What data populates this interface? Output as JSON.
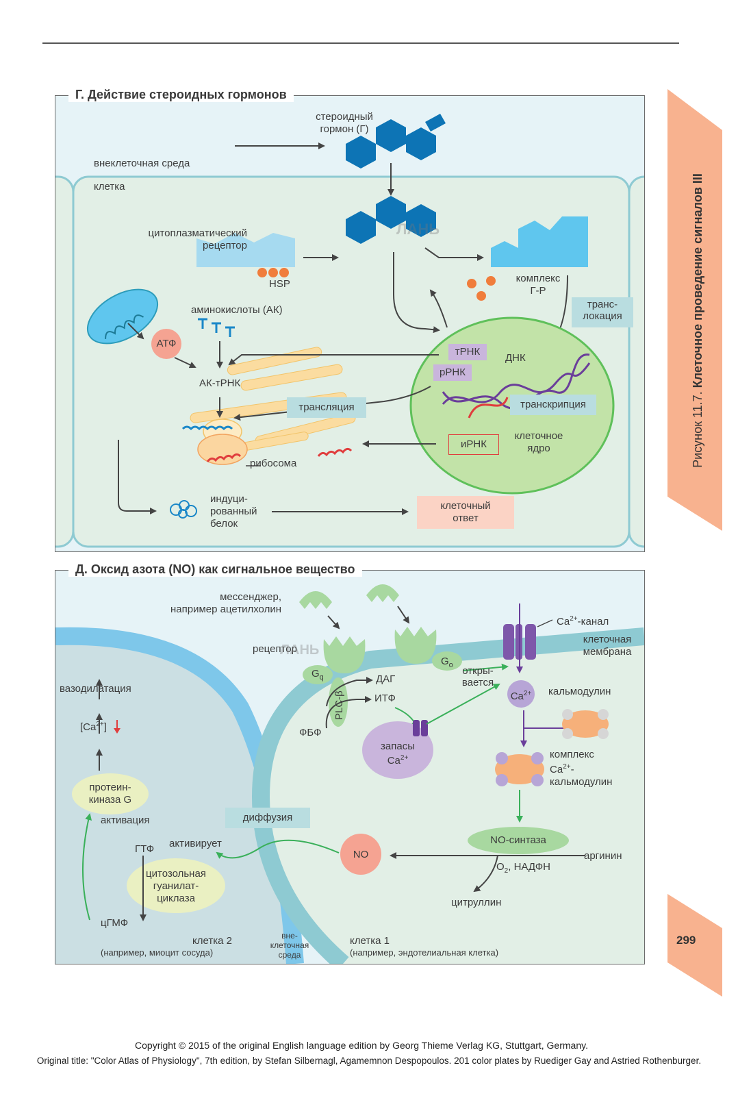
{
  "panel_g": {
    "title": "Г. Действие стероидных гормонов",
    "hormone_label": "стероидный\nгормон (Г)",
    "extracellular": "внеклеточная среда",
    "cell": "клетка",
    "receptor_label": "цитоплазматический\nрецептор",
    "hsp": "HSP",
    "complex_label": "комплекс\nГ-Р",
    "translocation": "транс-\nлокация",
    "amino_acids": "аминокислоты (АК)",
    "atp": "АТФ",
    "aa_trna": "АК-тРНК",
    "trna": "тРНК",
    "rrna": "рРНК",
    "dna": "ДНК",
    "translation": "трансляция",
    "transcription": "транскрипция",
    "mrna": "иРНК",
    "nucleus": "клеточное\nядро",
    "ribosome": "рибосома",
    "induced_protein": "индуци-\nрованный\nбелок",
    "cell_response": "клеточный\nответ"
  },
  "panel_d": {
    "title": "Д. Оксид азота (NO) как сигнальное вещество",
    "messenger": "мессенджер,\nнапример ацетилхолин",
    "receptor": "рецептор",
    "gq": "G",
    "gq_sub": "q",
    "go": "G",
    "go_sub": "o",
    "ca_channel": "-канал",
    "ca_ion": "Ca",
    "ca_sup": "2+",
    "membrane": "клеточная\nмембрана",
    "opens": "откры-\nвается",
    "calmodulin": "кальмодулин",
    "complex_line1": "комплекс",
    "complex_line2": "-",
    "complex_line3": "кальмодулин",
    "dag": "ДАГ",
    "ip3": "ИТФ",
    "plc": "PLC-β",
    "pip2": "ФБФ",
    "stores": "запасы",
    "vasodilation": "вазодилатация",
    "ca_level": "[Ca",
    "ca_level_close": "]",
    "pkg": "протеин-\nкиназа G",
    "activation": "активация",
    "diffusion": "диффузия",
    "activates": "активирует",
    "gtp": "ГТФ",
    "guanylate": "цитозольная\nгуанилат-\nциклаза",
    "cgmp": "цГМФ",
    "no": "NO",
    "no_synthase": "NO-синтаза",
    "arginine": "аргинин",
    "o2_nadph_a": "O",
    "o2_nadph_sub": "2",
    "o2_nadph_b": ", НАДФН",
    "citrulline": "цитруллин",
    "cell2": "клетка 2",
    "cell2_sub": "(например, миоцит сосуда)",
    "extracell": "вне-\nклеточная\nсреда",
    "cell1": "клетка 1",
    "cell1_sub": "(например, эндотелиальная клетка)"
  },
  "side": {
    "figure_prefix": "Рисунок 11.7.",
    "figure_title": "Клеточное проведение сигналов III",
    "page_number": "299"
  },
  "watermark": "ЛАНЬ",
  "copyright": {
    "line1": "Copyright © 2015 of the original English language edition by Georg Thieme Verlag KG, Stuttgart, Germany.",
    "line2": "Original title: \"Color Atlas of Physiology\", 7th edition, by Stefan Silbernagl, Agamemnon Despopoulos. 201 color plates by Ruediger Gay and Astried Rothenburger."
  },
  "colors": {
    "extracellular_bg": "#e6f3f7",
    "cell_bg": "#e2efe6",
    "membrane": "#8ecad2",
    "hormone": "#0d74b5",
    "complex": "#5fc6ee",
    "nucleus": "#c2e3a8",
    "tab": "#f8b28f",
    "label_box": "#b9dde0",
    "rna_box": "#c9b5dc",
    "orange": "#f07d3c",
    "mrna_red": "#e03d3d",
    "green_arrow": "#3ab05a",
    "purple": "#6a3e9a"
  },
  "icons": [
    "mitochondrion-icon",
    "amino-acid-icon",
    "trna-icon",
    "dna-helix-icon",
    "ribosome-icon",
    "protein-icon",
    "ion-channel-icon",
    "deer-watermark-icon"
  ]
}
